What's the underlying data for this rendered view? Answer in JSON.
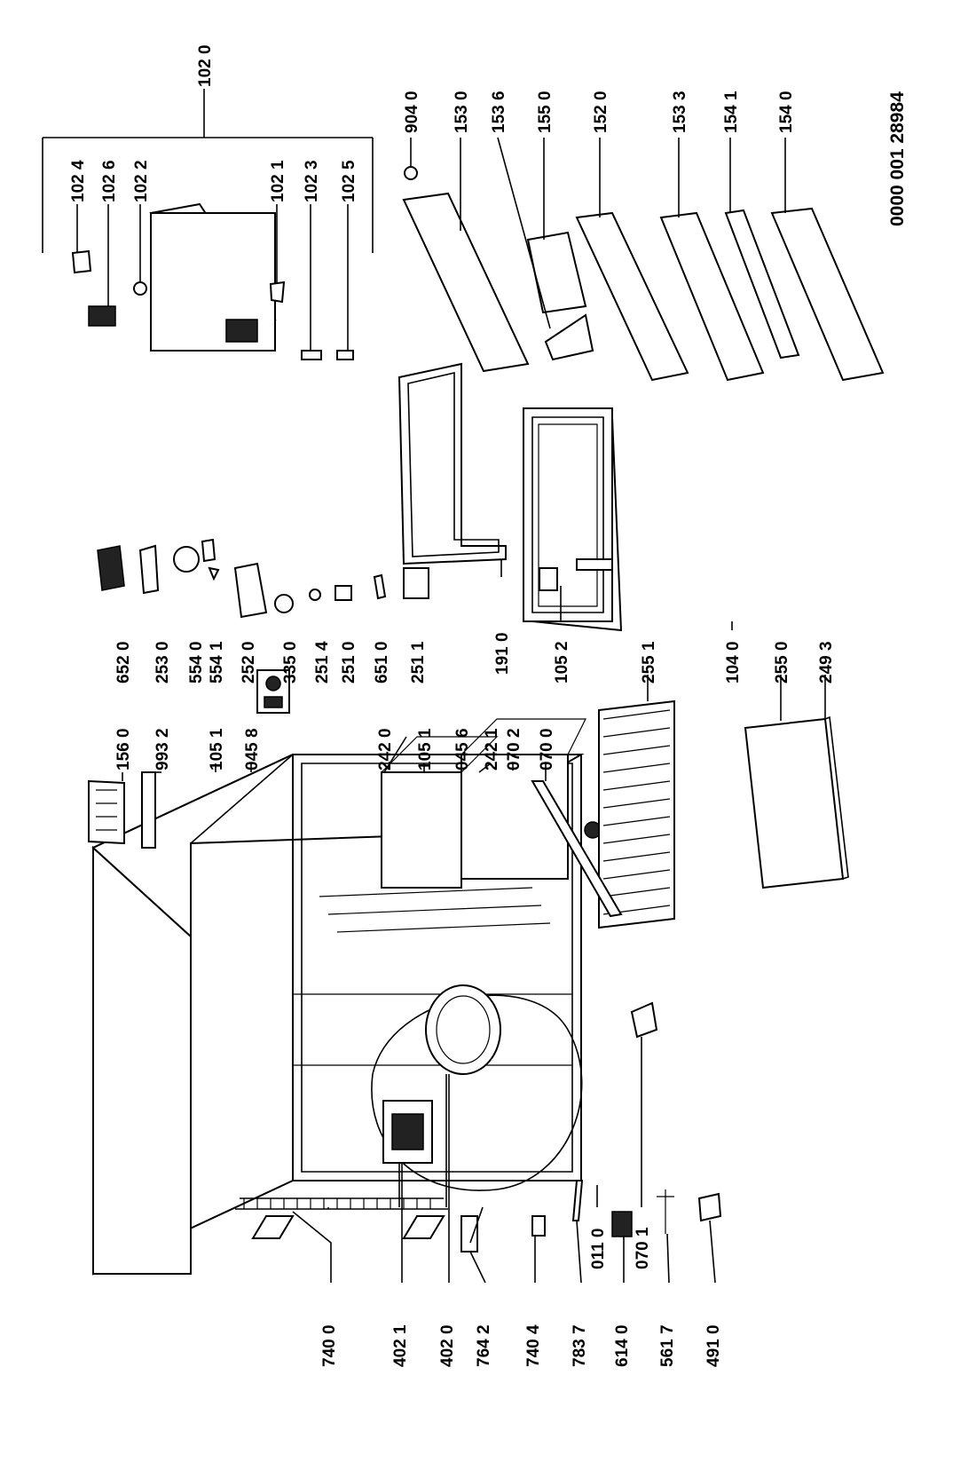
{
  "document_number": "0000 001 28984",
  "labels": {
    "l1020": "102 0",
    "l1024": "102 4",
    "l1026": "102 6",
    "l1022": "102 2",
    "l1021": "102 1",
    "l1023": "102 3",
    "l1025": "102 5",
    "l9040": "904 0",
    "l1530": "153 0",
    "l1536": "153 6",
    "l1550": "155 0",
    "l1520": "152 0",
    "l1533": "153 3",
    "l1541": "154 1",
    "l1540": "154 0",
    "l6520": "652 0",
    "l2530": "253 0",
    "l5540": "554 0",
    "l5541": "554 1",
    "l2520": "252 0",
    "l3350": "335 0",
    "l2514": "251 4",
    "l2510": "251 0",
    "l6510": "651 0",
    "l2511": "251 1",
    "l1910": "191 0",
    "l1052": "105 2",
    "l2551": "255 1",
    "l1040": "104 0",
    "l2550": "255 0",
    "l2493": "249 3",
    "l1560": "156 0",
    "l9932": "993 2",
    "l1051a": "105 1",
    "l0458": "045 8",
    "l2420": "242 0",
    "l1051b": "105 1",
    "l0456": "045 6",
    "l2421": "242 1",
    "l0702": "070 2",
    "l0700": "070 0",
    "l0110": "011 0",
    "l0701": "070 1",
    "l7400": "740 0",
    "l4021": "402 1",
    "l4020": "402 0",
    "l7642": "764 2",
    "l7404": "740 4",
    "l7837": "783 7",
    "l6140": "614 0",
    "l5617": "561 7",
    "l4910": "491 0"
  }
}
